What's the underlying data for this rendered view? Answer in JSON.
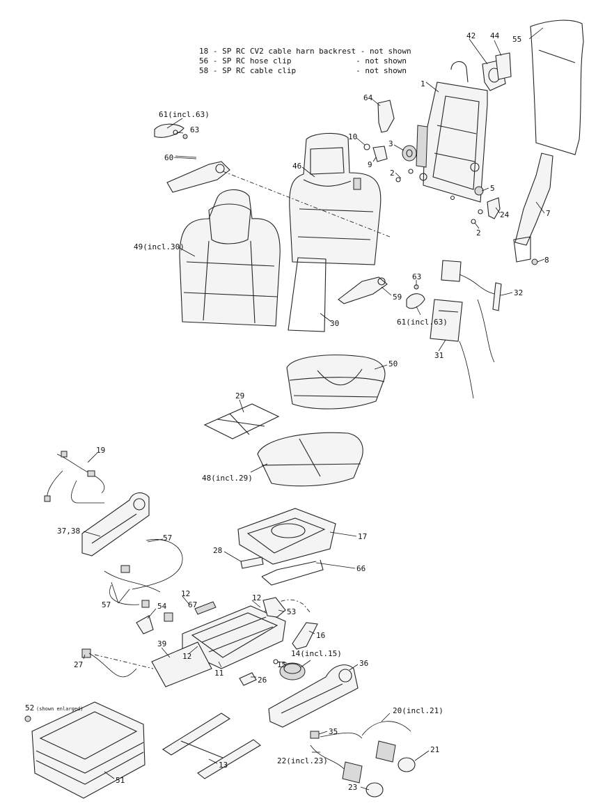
{
  "notes": [
    "18 - SP RC CV2 cable harn backrest - not shown",
    "56 - SP RC hose clip              - not shown",
    "58 - SP RC cable clip             - not shown"
  ],
  "labels": {
    "l42": "42",
    "l44": "44",
    "l55": "55",
    "l1": "1",
    "l64": "64",
    "l61a": "61(incl.63)",
    "l63a": "63",
    "l60": "60",
    "l10": "10",
    "l3": "3",
    "l9": "9",
    "l2a": "2",
    "l46": "46",
    "l5": "5",
    "l24": "24",
    "l2b": "2",
    "l7": "7",
    "l49": "49(incl.30)",
    "l8": "8",
    "l63b": "63",
    "l32": "32",
    "l59": "59",
    "l30": "30",
    "l61b": "61(incl.63)",
    "l31": "31",
    "l50": "50",
    "l29": "29",
    "l48": "48(incl.29)",
    "l19": "19",
    "l37": "37,38",
    "l57a": "57",
    "l17": "17",
    "l28": "28",
    "l66": "66",
    "l12a": "12",
    "l67": "67",
    "l12b": "12",
    "l53": "53",
    "l57b": "57",
    "l54": "54",
    "l16": "16",
    "l39": "39",
    "l12c": "12",
    "l14": "14(incl.15)",
    "l15": "15",
    "l36": "36",
    "l27": "27",
    "l11": "11",
    "l26": "26",
    "l52": "52",
    "l52note": "(shown enlarged)",
    "l20": "20(incl.21)",
    "l35": "35",
    "l21": "21",
    "l51": "51",
    "l22": "22(incl.23)",
    "l13": "13",
    "l23": "23"
  }
}
